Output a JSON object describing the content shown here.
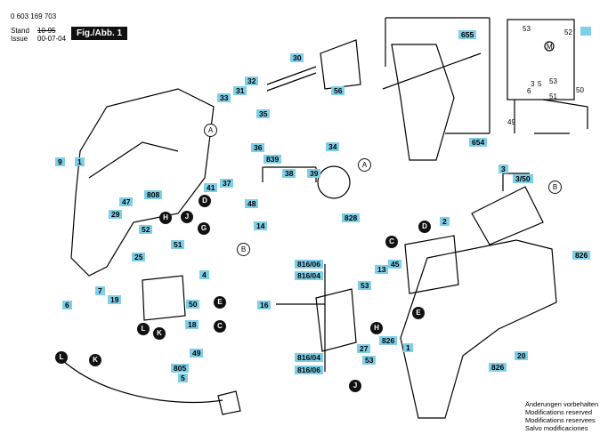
{
  "header": {
    "part_no": "0 603 169 703",
    "stand_label": "Stand",
    "issue_label": "Issue",
    "stand_value": "10-95",
    "issue_value": "00-07-04",
    "fig": "Fig./Abb. 1"
  },
  "labels": [
    "9",
    "1",
    "808",
    "47",
    "29",
    "7",
    "19",
    "6",
    "52",
    "51",
    "25",
    "4",
    "50",
    "18",
    "49",
    "805",
    "5",
    "33",
    "31",
    "32",
    "35",
    "30",
    "56",
    "36",
    "41",
    "37",
    "839",
    "38",
    "39",
    "34",
    "48",
    "14",
    "828",
    "816/06",
    "816/04",
    "16",
    "53",
    "27",
    "816/04",
    "816/06",
    "53",
    "826",
    "13",
    "45",
    "2",
    "3",
    "3/50",
    "826",
    "826",
    "20",
    "1",
    "655",
    "654"
  ],
  "letters": {
    "filled": [
      "D",
      "H",
      "J",
      "G",
      "E",
      "C",
      "L",
      "K",
      "C",
      "E",
      "D",
      "H",
      "J",
      "L",
      "K"
    ],
    "open": [
      "A",
      "A",
      "B",
      "B"
    ]
  },
  "circuit": [
    "53",
    "M",
    "52",
    "50",
    "53",
    "51",
    "3",
    "5",
    "6",
    "49"
  ],
  "footer": [
    "Änderungen vorbehalten",
    "Modifications reserved",
    "Modifications reservees",
    "Salvo modificaciones"
  ]
}
